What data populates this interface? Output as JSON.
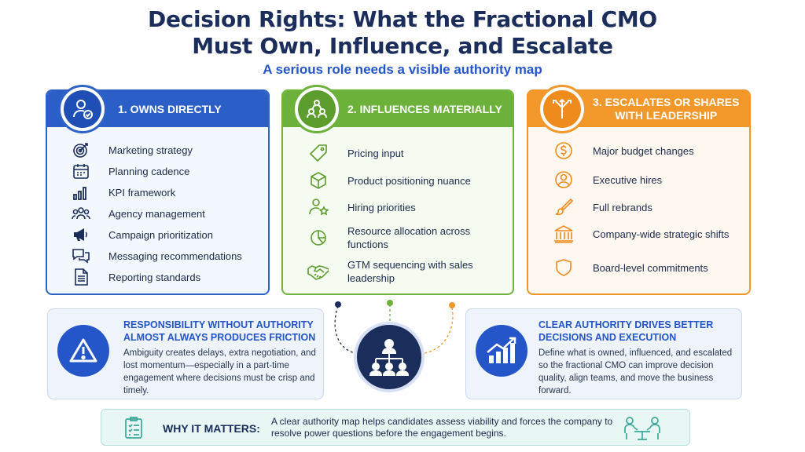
{
  "title_line1": "Decision Rights: What the Fractional CMO",
  "title_line2": "Must Own, Influence, and Escalate",
  "subtitle": "A serious role needs a visible authority map",
  "columns": [
    {
      "header": "1. OWNS DIRECTLY",
      "items": [
        "Marketing strategy",
        "Planning cadence",
        "KPI framework",
        "Agency management",
        "Campaign prioritization",
        "Messaging recommendations",
        "Reporting standards"
      ]
    },
    {
      "header": "2. INFLUENCES MATERIALLY",
      "items": [
        "Pricing input",
        "Product positioning nuance",
        "Hiring priorities",
        "Resource allocation across functions",
        "GTM sequencing with sales leadership"
      ]
    },
    {
      "header_line1": "3. ESCALATES OR SHARES",
      "header_line2": "WITH LEADERSHIP",
      "items": [
        "Major budget changes",
        "Executive hires",
        "Full rebrands",
        "Company-wide strategic shifts",
        "Board-level commitments"
      ]
    }
  ],
  "left_box": {
    "title_line1": "RESPONSIBILITY WITHOUT AUTHORITY",
    "title_line2": "ALMOST ALWAYS PRODUCES FRICTION",
    "body": "Ambiguity creates delays, extra negotiation, and lost momentum—especially in a part-time engagement where decisions must be crisp and timely."
  },
  "right_box": {
    "title_line1": "CLEAR AUTHORITY DRIVES BETTER",
    "title_line2": "DECISIONS AND EXECUTION",
    "body": "Define what is owned, influenced, and escalated so the fractional CMO can improve decision quality, align teams, and move the business forward."
  },
  "why": {
    "label": "WHY IT MATTERS:",
    "text": "A clear authority map helps candidates assess viability and forces the company to resolve power questions before the engagement begins."
  },
  "colors": {
    "navy": "#1b2d5b",
    "blue": "#2b5fc8",
    "green": "#6cb13a",
    "orange": "#f2972a",
    "teal": "#3aa99a"
  },
  "icons": {
    "col1_badge": "person-check-icon",
    "col2_badge": "team-icon",
    "col3_badge": "branching-arrows-icon",
    "hub": "org-chart-icon"
  }
}
